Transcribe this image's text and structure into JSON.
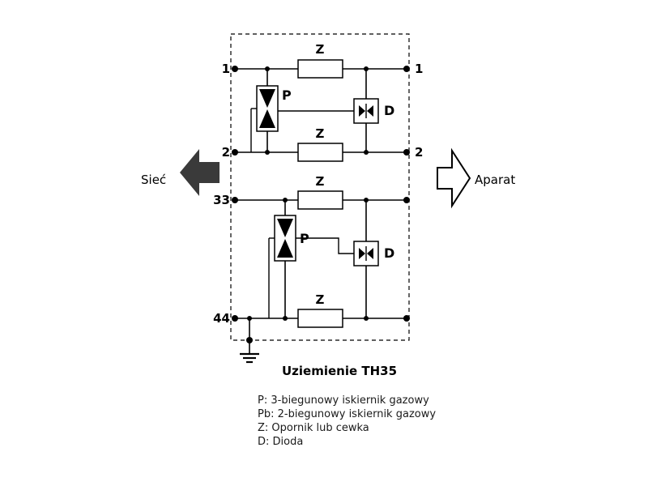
{
  "diagram": {
    "terminals": {
      "left": [
        "1",
        "2",
        "33",
        "44"
      ],
      "right": [
        "1",
        "2"
      ]
    },
    "components": {
      "z_label": "Z",
      "p_label": "P",
      "d_label": "D"
    },
    "arrows": {
      "left_label": "Sieć",
      "right_label": "Aparat"
    },
    "ground_label": "Uziemienie TH35",
    "legend": [
      "P: 3-biegunowy iskiernik gazowy",
      "Pb: 2-biegunowy iskiernik gazowy",
      "Z: Opornik lub cewka",
      "D: Dioda"
    ]
  }
}
